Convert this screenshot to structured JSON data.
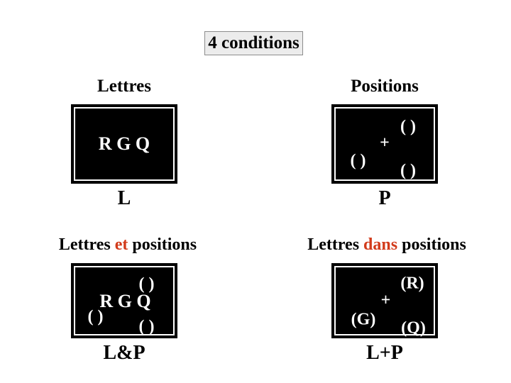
{
  "slide_title": "4 conditions",
  "colors": {
    "background": "#ffffff",
    "text": "#000000",
    "accent_red": "#d23b1b",
    "stimulus_bg": "#000000",
    "stimulus_fg": "#ffffff",
    "title_box_bg": "#ececec",
    "title_box_border": "#8c8c8c"
  },
  "conditions": {
    "letters": {
      "header": "Lettres",
      "label": "L",
      "stimulus": {
        "letters": "R G Q"
      }
    },
    "positions": {
      "header": "Positions",
      "label": "P",
      "stimulus": {
        "paren_top_right": "( )",
        "fixation_cross": "+",
        "paren_left": "( )",
        "paren_bottom_right": "( )"
      }
    },
    "letters_and_positions": {
      "header_word1": "Lettres",
      "header_word2": "et",
      "header_word3": "positions",
      "label": "L&P",
      "stimulus": {
        "paren_top_right": "( )",
        "letters": "R G Q",
        "paren_left": "( )",
        "paren_bottom_right": "( )"
      }
    },
    "letters_in_positions": {
      "header_word1": "Lettres",
      "header_word2": "dans",
      "header_word3": "positions",
      "label": "L+P",
      "stimulus": {
        "letter_top_right": "(R)",
        "fixation_cross": "+",
        "letter_left": "(G)",
        "letter_bottom_right": "(Q)"
      }
    }
  }
}
